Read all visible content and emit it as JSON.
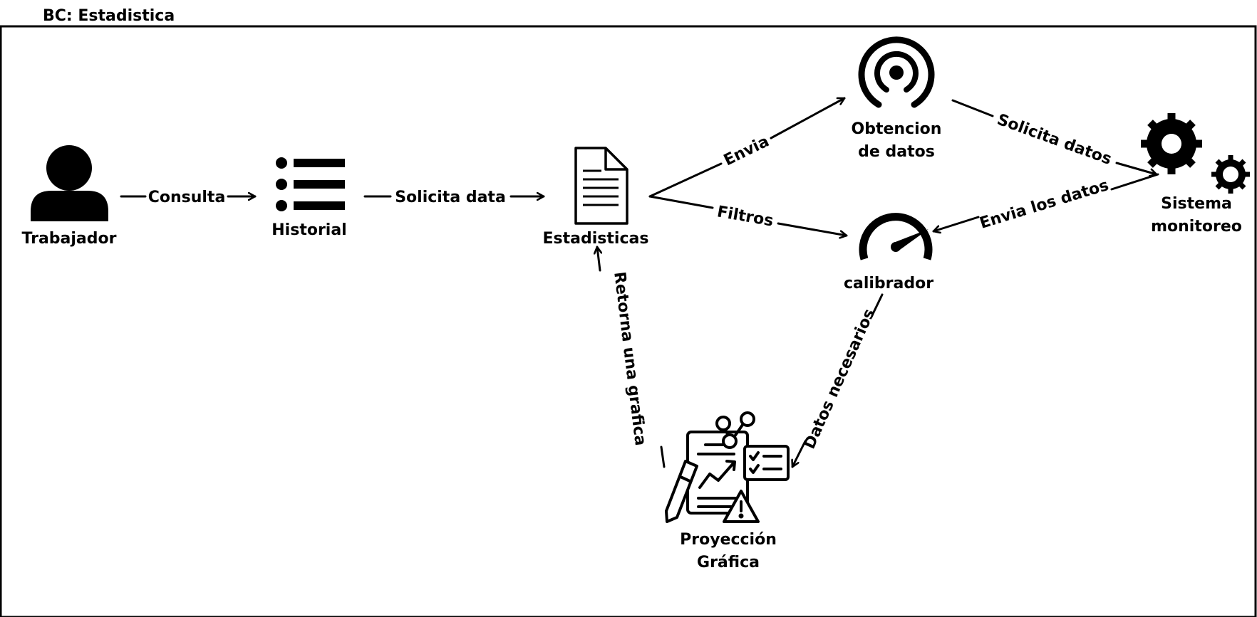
{
  "context": {
    "title": "BC:  Estadistica"
  },
  "nodes": {
    "trabajador": {
      "label": "Trabajador",
      "icon": "user-icon"
    },
    "historial": {
      "label": "Historial",
      "icon": "list-icon"
    },
    "estadisticas": {
      "label": "Estadisticas",
      "icon": "document-icon"
    },
    "obtencion": {
      "label_line1": "Obtencion",
      "label_line2": "de datos",
      "icon": "signal-icon"
    },
    "calibrador": {
      "label": "calibrador",
      "icon": "gauge-icon"
    },
    "sistema": {
      "label_line1": "Sistema",
      "label_line2": "monitoreo",
      "icon": "gears-icon"
    },
    "proyeccion": {
      "label_line1": "Proyección",
      "label_line2": "Gráfica",
      "icon": "report-chart-icon"
    }
  },
  "edges": {
    "consulta": "Consulta",
    "solicita_data": "Solicita data",
    "envia": "Envia",
    "filtros": "Filtros",
    "solicita_datos": "Solicita datos",
    "envia_los_datos": "Envia los datos",
    "datos_necesarios": "Datos necesarios",
    "retorna_grafica": "Retorna una grafica"
  }
}
